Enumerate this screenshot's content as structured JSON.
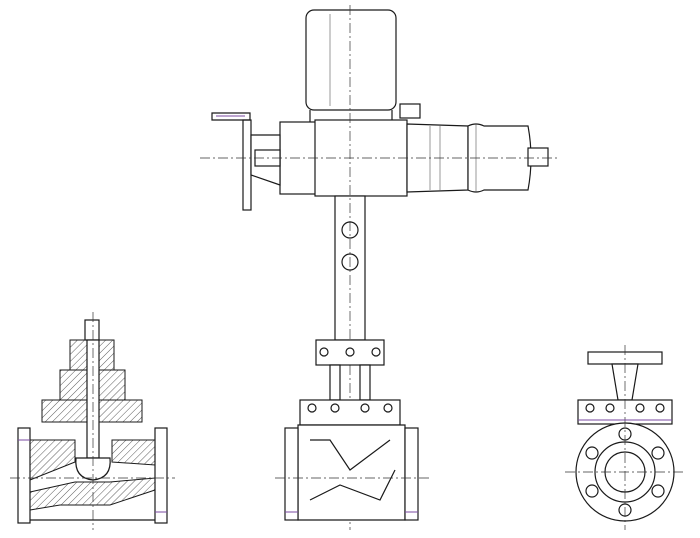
{
  "drawing": {
    "views": [
      "front-view-with-actuator",
      "sectional-view",
      "side-view"
    ],
    "colors": {
      "line": "#1a1a1a",
      "background": "#ffffff",
      "accent": "#7a4aa0"
    }
  }
}
